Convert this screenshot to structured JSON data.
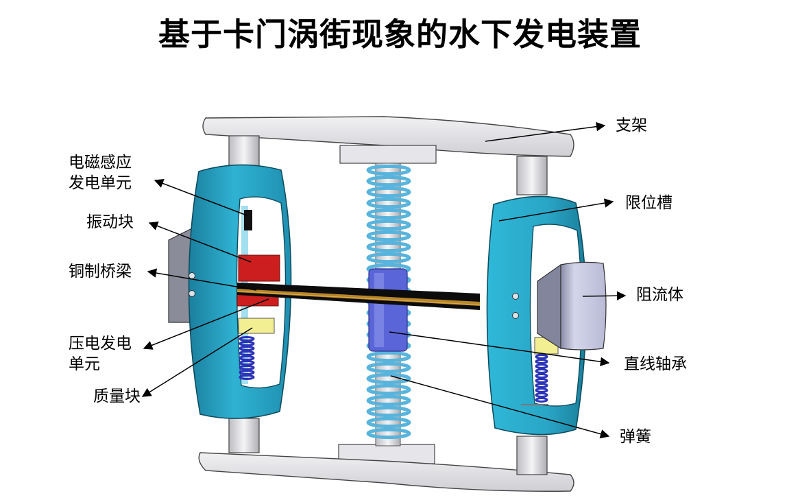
{
  "title": "基于卡门涡街现象的水下发电装置",
  "labels": {
    "em_unit": "电磁感应\n发电单元",
    "vibration_block": "振动块",
    "copper_beam": "铜制桥梁",
    "piezo_unit": "压电发电\n单元",
    "mass_block": "质量块",
    "support": "支架",
    "limit_groove": "限位槽",
    "bluff_body": "阻流体",
    "linear_bearing": "直线轴承",
    "spring": "弹簧"
  },
  "colors": {
    "frame": "#2aa8c8",
    "spring": "#58b4dc",
    "vibration_block": "#cc1e1e",
    "piezo": "#f2ee92",
    "bearing": "#5a66d8",
    "support": "#e4e4e8",
    "bluff": "#c2c4e0"
  }
}
